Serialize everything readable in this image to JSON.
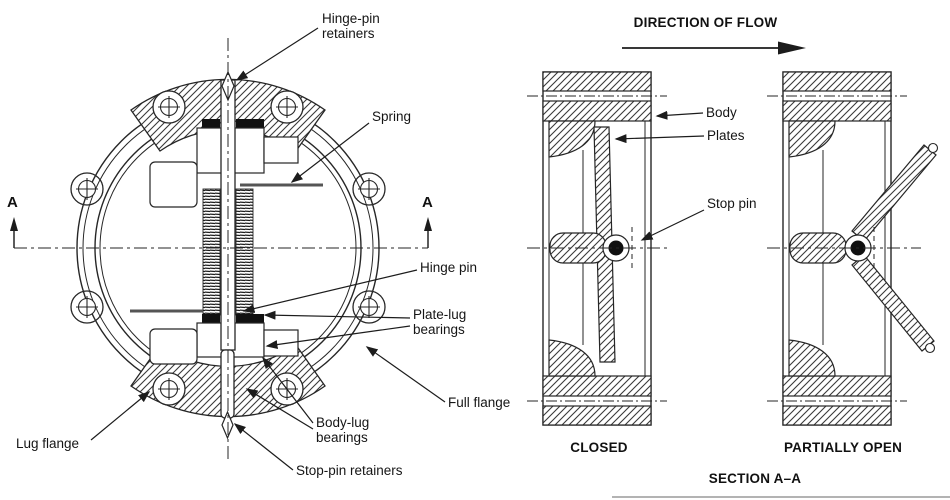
{
  "figure_type": "dual-plate check valve technical diagram",
  "colors": {
    "line": "#222222",
    "background": "#ffffff",
    "text": "#151515",
    "fill_dark": "#101010"
  },
  "front_view": {
    "labels": {
      "hinge_pin_retainers": "Hinge-pin retainers",
      "spring": "Spring",
      "hinge_pin": "Hinge pin",
      "plate_lug_bearings": "Plate-lug bearings",
      "full_flange": "Full flange",
      "lug_flange": "Lug flange",
      "body_lug_bearings": "Body-lug bearings",
      "stop_pin_retainers": "Stop-pin retainers",
      "section_marker_left": "A",
      "section_marker_right": "A"
    }
  },
  "section_view": {
    "flow_caption": "DIRECTION OF FLOW",
    "labels": {
      "body": "Body",
      "plates": "Plates",
      "stop_pin": "Stop pin"
    },
    "captions": {
      "closed": "CLOSED",
      "partially_open": "PARTIALLY OPEN",
      "section": "SECTION A–A"
    }
  }
}
